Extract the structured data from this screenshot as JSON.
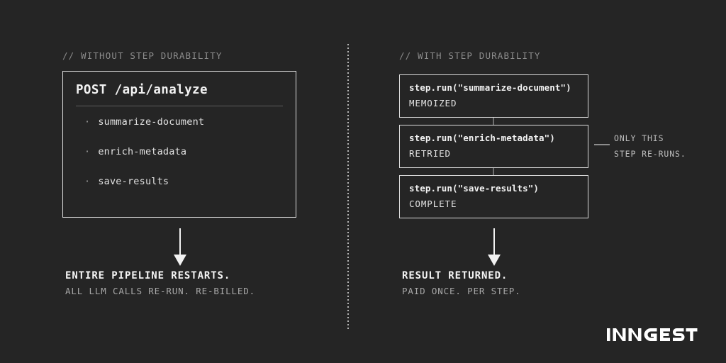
{
  "theme": {
    "background": "#252525",
    "border": "#dcdcdc",
    "text_primary": "#f2f2f2",
    "text_muted": "#8c8c8c",
    "divider": "#5c5c5c"
  },
  "left_column": {
    "label": "// WITHOUT STEP DURABILITY",
    "box": {
      "title": "POST /api/analyze",
      "bullet": "·",
      "items": [
        "summarize-document",
        "enrich-metadata",
        "save-results"
      ]
    },
    "outcome": {
      "primary": "ENTIRE PIPELINE RESTARTS.",
      "secondary": "ALL LLM CALLS RE-RUN. RE-BILLED."
    }
  },
  "right_column": {
    "label": "// WITH STEP DURABILITY",
    "steps": [
      {
        "call": "step.run(\"summarize-document\")",
        "status": "MEMOIZED"
      },
      {
        "call": "step.run(\"enrich-metadata\")",
        "status": "RETRIED"
      },
      {
        "call": "step.run(\"save-results\")",
        "status": "COMPLETE"
      }
    ],
    "callout": {
      "line1": "ONLY THIS",
      "line2": "STEP RE-RUNS."
    },
    "outcome": {
      "primary": "RESULT RETURNED.",
      "secondary": "PAID ONCE. PER STEP."
    }
  },
  "brand": {
    "name": "INNGEST"
  }
}
